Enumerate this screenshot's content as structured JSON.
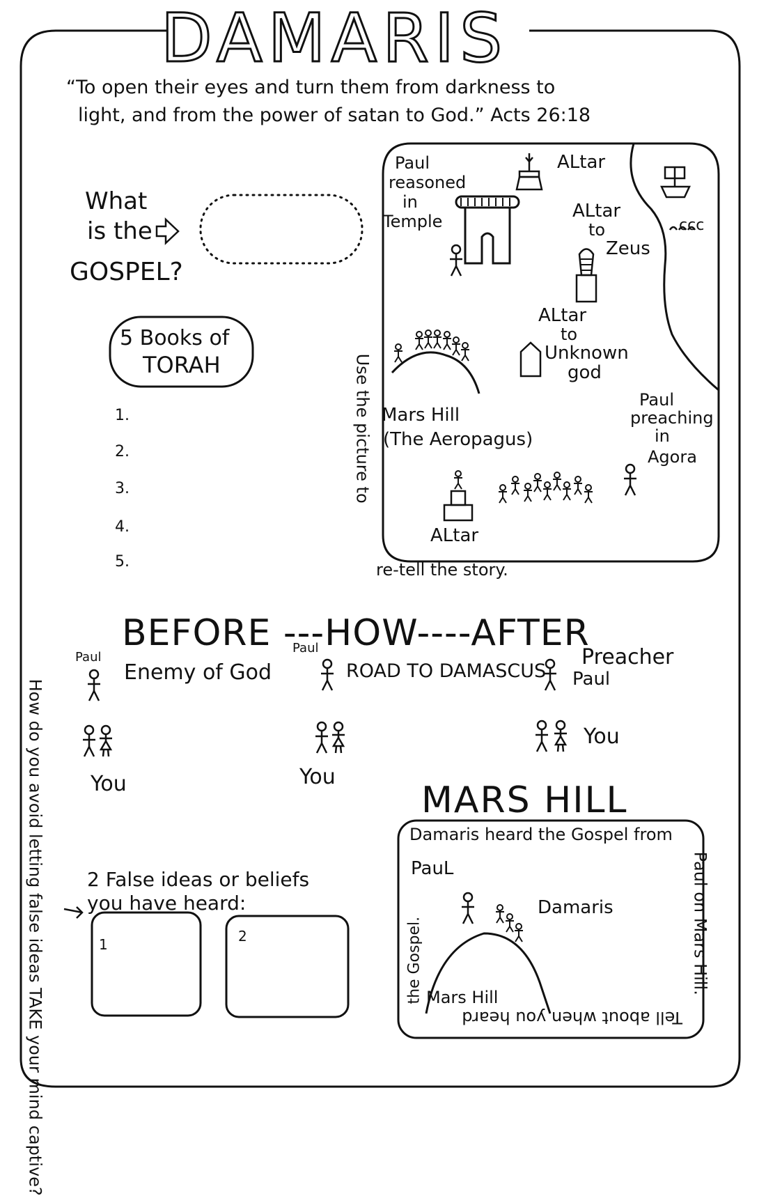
{
  "title": "DAMARIS",
  "verse": {
    "line1": "“To open their eyes and turn them from darkness to",
    "line2": "light, and from the power of satan to God.” Acts 26:18"
  },
  "gospel_prompt": {
    "line1": "What",
    "line2": "is the",
    "line3": "GOSPEL?"
  },
  "torah": {
    "title_line1": "5 Books of",
    "title_line2": "TORAH",
    "numbers": [
      "1.",
      "2.",
      "3.",
      "4.",
      "5."
    ]
  },
  "map": {
    "paul_temple": [
      "Paul",
      "reasoned",
      "in",
      "Temple"
    ],
    "altar_top": "ALtar",
    "altar_zeus": [
      "ALtar",
      "to",
      "Zeus"
    ],
    "ccc": "ccc",
    "altar_unknown": [
      "ALtar",
      "to",
      "Unknown",
      "god"
    ],
    "mars_hill": [
      "Mars Hill",
      "(The Aeropagus)"
    ],
    "paul_agora": [
      "Paul",
      "preaching",
      "in",
      "Agora"
    ],
    "altar_bottom": "ALtar",
    "side_caption_vertical": "Use the picture to",
    "side_caption_bottom": "re-tell the story."
  },
  "bha": {
    "heading": "BEFORE ---HOW----AFTER",
    "paul_before": "Paul",
    "enemy": "Enemy of God",
    "paul_how": "Paul",
    "road": "ROAD TO DAMASCUS",
    "preacher": "Preacher",
    "paul_after": "Paul",
    "you1": "You",
    "you2": "You",
    "you3": "You"
  },
  "side_question": "How do you avoid letting false ideas TAKE your mind captive?",
  "false_ideas": {
    "line1": "2 False ideas or beliefs",
    "line2": "you have heard:",
    "box1": "1",
    "box2": "2"
  },
  "mars_hill_section": {
    "heading": "MARS HILL",
    "top_text": "Damaris heard the Gospel from",
    "right_text": "Paul on Mars Hill.",
    "bottom_text": "Tell about when you heard",
    "left_text": "the Gospel.",
    "paul_label": "PauL",
    "damaris_label": "Damaris",
    "hill_label": "Mars Hill"
  }
}
